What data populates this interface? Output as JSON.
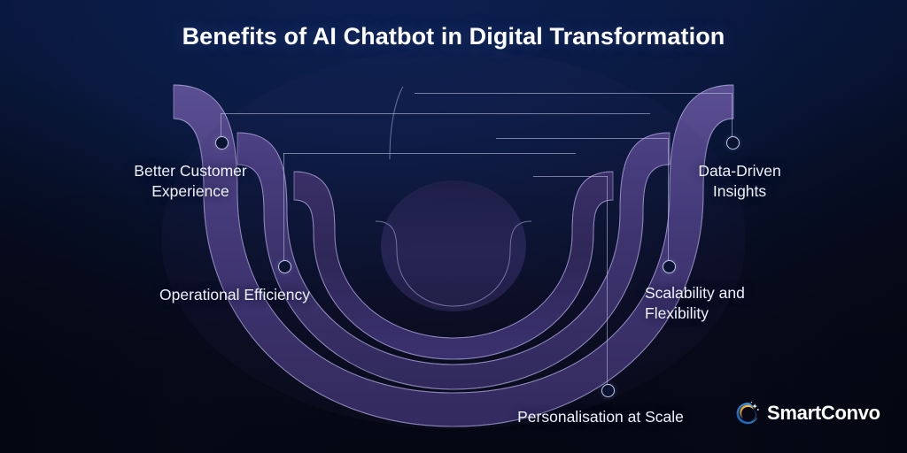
{
  "header": {
    "title": "Benefits of AI Chatbot in Digital Transformation"
  },
  "benefits": [
    {
      "id": "better-customer-experience",
      "label": "Better Customer\nExperience",
      "side": "left"
    },
    {
      "id": "operational-efficiency",
      "label": "Operational Efficiency",
      "side": "left"
    },
    {
      "id": "data-driven-insights",
      "label": "Data-Driven\nInsights",
      "side": "right"
    },
    {
      "id": "scalability-and-flexibility",
      "label": "Scalability and\nFlexibility",
      "side": "right"
    },
    {
      "id": "personalisation-at-scale",
      "label": "Personalisation at Scale",
      "side": "bottom"
    }
  ],
  "brand": {
    "name": "SmartConvo",
    "icon": "smartconvo-swirl-icon",
    "icon_colors": {
      "blue": "#2f7fd6",
      "deep_blue": "#1a4f9c",
      "gold": "#e8a33d",
      "sparkle": "#ffffff"
    }
  },
  "theme": {
    "background_top": "#0d2358",
    "background_bottom": "#070b1b",
    "accent_purple": "#4a3f82",
    "accent_purple_dark": "#241f46",
    "outline": "#9a92c8",
    "connector": "#bac0e1",
    "text": "#eef1fb",
    "title_text": "#ffffff"
  }
}
